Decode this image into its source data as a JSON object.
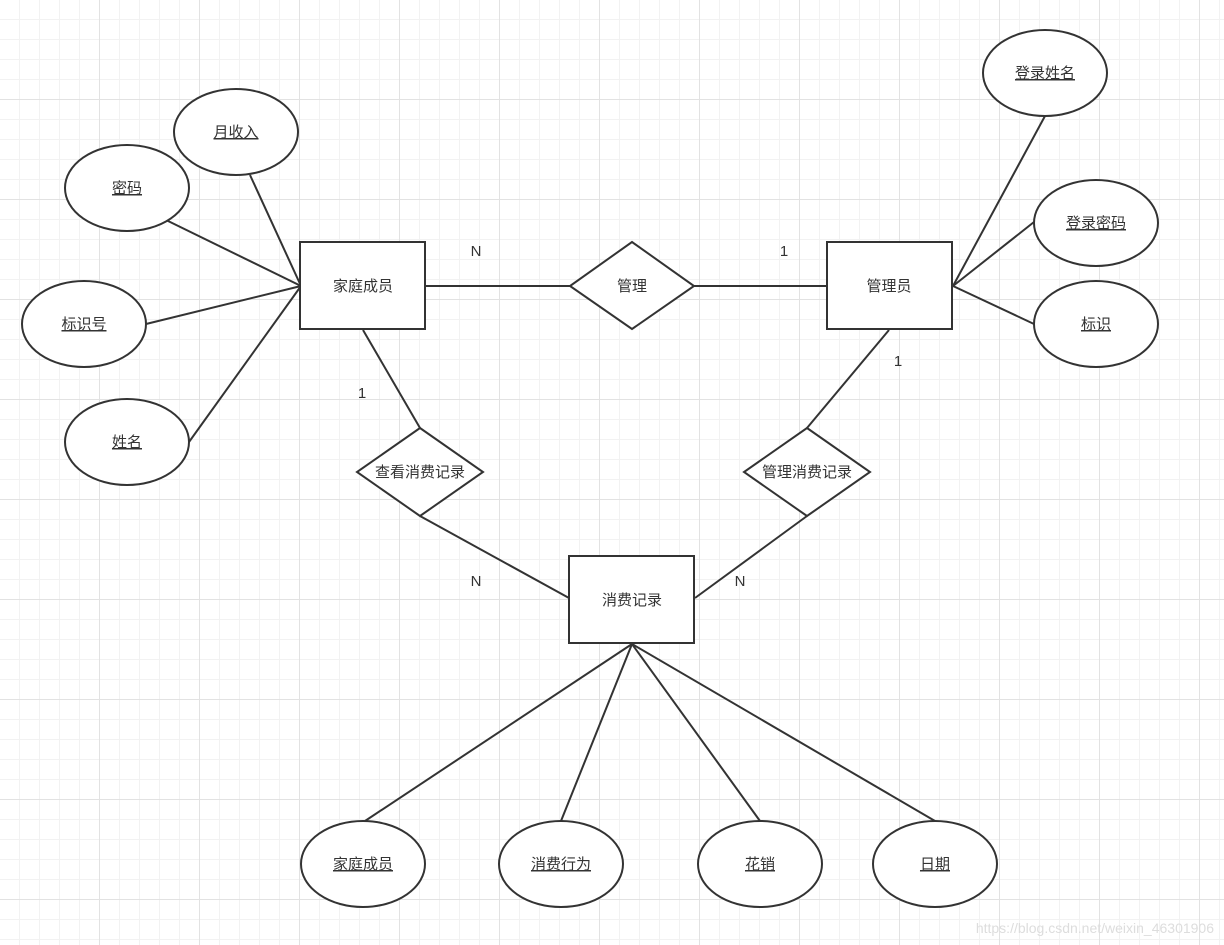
{
  "entities": {
    "family_member": "家庭成员",
    "admin": "管理员",
    "expense_record": "消费记录"
  },
  "relationships": {
    "manage": "管理",
    "view_records": "查看消费记录",
    "manage_records": "管理消费记录"
  },
  "attributes": {
    "family_member": {
      "monthly_income": "月收入",
      "password": "密码",
      "id_number": "标识号",
      "name": "姓名"
    },
    "admin": {
      "login_name": "登录姓名",
      "login_password": "登录密码",
      "identifier": "标识"
    },
    "expense_record": {
      "family_member": "家庭成员",
      "consumption_behavior": "消费行为",
      "spending": "花销",
      "date": "日期"
    }
  },
  "cardinalities": {
    "family_manage": "N",
    "admin_manage": "1",
    "family_view": "1",
    "record_view": "N",
    "admin_manage_records": "1",
    "record_manage_records": "N"
  },
  "watermark": "https://blog.csdn.net/weixin_46301906"
}
